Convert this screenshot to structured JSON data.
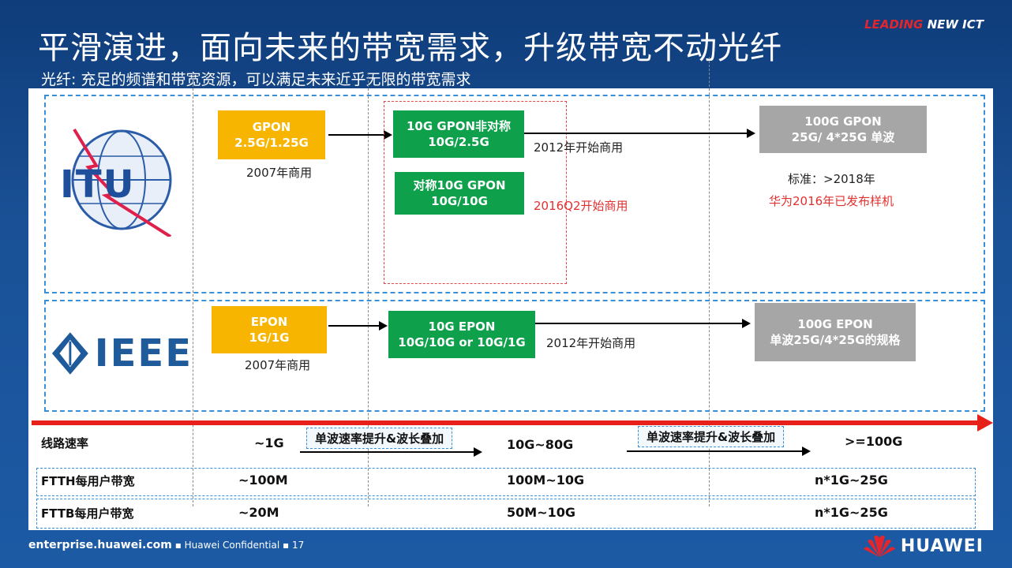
{
  "header": {
    "title": "平滑演进，面向未来的带宽需求，升级带宽不动光纤",
    "subtitle": "光纤: 充足的频谱和带宽资源，可以满足未来近乎无限的带宽需求",
    "brand_tag_red": "LEADING",
    "brand_tag_white": "NEW ICT"
  },
  "itu": {
    "logo_text": "ITU",
    "gpon": {
      "line1": "GPON",
      "line2": "2.5G/1.25G",
      "note": "2007年商用"
    },
    "xgpon_asym": {
      "line1": "10G GPON非对称",
      "line2": "10G/2.5G",
      "note": "2012年开始商用"
    },
    "xgpon_sym": {
      "line1": "对称10G GPON",
      "line2": "10G/10G",
      "note": "2016Q2开始商用"
    },
    "future": {
      "line1": "100G GPON",
      "line2": "25G/ 4*25G 单波",
      "note_std": "标准：>2018年",
      "note_red": "华为2016年已发布样机"
    }
  },
  "ieee": {
    "logo_text": "IEEE",
    "epon": {
      "line1": "EPON",
      "line2": "1G/1G",
      "note": "2007年商用"
    },
    "tenG_epon": {
      "line1": "10G EPON",
      "line2": "10G/10G or 10G/1G",
      "note": "2012年开始商用"
    },
    "future": {
      "line1": "100G EPON",
      "line2": "单波25G/4*25G的规格"
    }
  },
  "table": {
    "row1": {
      "label": "线路速率",
      "v1": "~1G",
      "tag1": "单波速率提升&波长叠加",
      "v2": "10G~80G",
      "tag2": "单波速率提升&波长叠加",
      "v3": ">=100G"
    },
    "row2": {
      "label": "FTTH每用户带宽",
      "v1": "~100M",
      "v2": "100M~10G",
      "v3": "n*1G~25G"
    },
    "row3": {
      "label": "FTTB每用户带宽",
      "v1": "~20M",
      "v2": "50M~10G",
      "v3": "n*1G~25G"
    }
  },
  "footer": {
    "site": "enterprise.huawei.com",
    "confidential": "Huawei Confidential",
    "page": "17",
    "logo_text": "HUAWEI"
  },
  "colors": {
    "yellow": "#f7b500",
    "green": "#0ea04b",
    "grey": "#a6a6a6",
    "red": "#e8201a",
    "blue_dash": "#3a8fd9"
  }
}
